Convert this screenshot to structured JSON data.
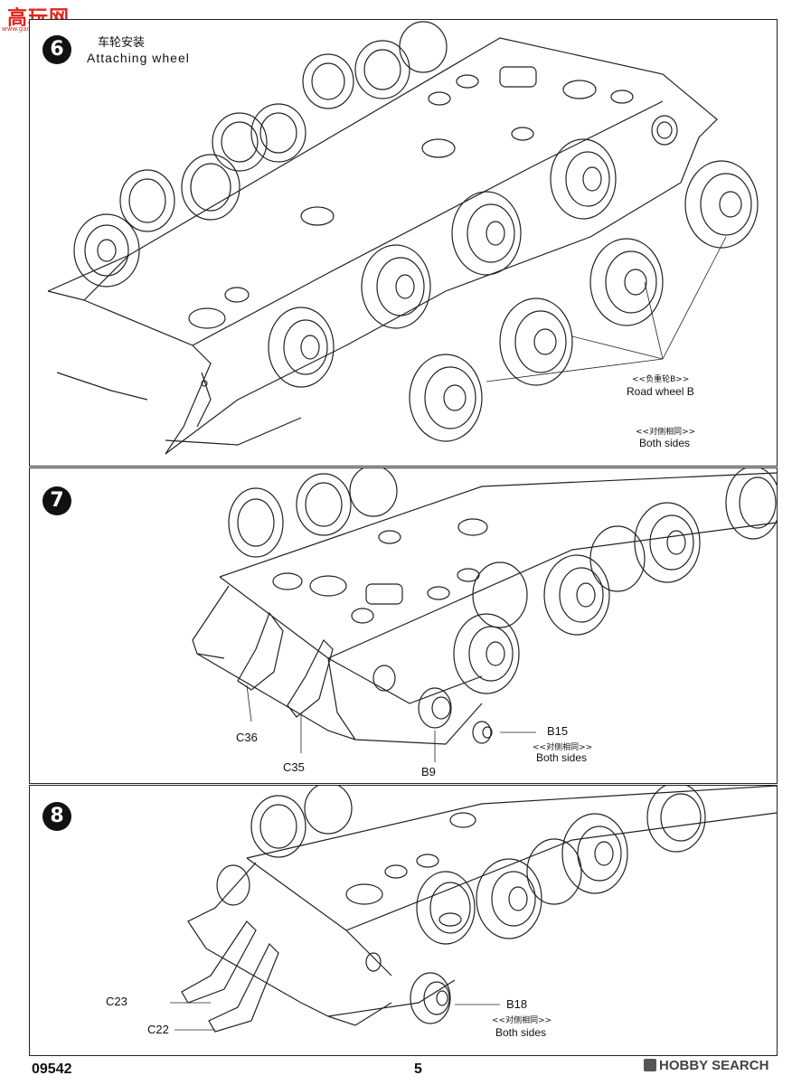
{
  "watermark": {
    "title": "高玩网",
    "url": "www.gaowan.com"
  },
  "steps": [
    {
      "number": "6",
      "title_cn": "车轮安装",
      "title_en": "Attaching wheel",
      "callouts": [
        {
          "cn": "<<负重轮B>>",
          "en": "Road wheel B"
        },
        {
          "cn": "<<对侧相同>>",
          "en": "Both sides"
        }
      ]
    },
    {
      "number": "7",
      "parts": [
        "C36",
        "C35",
        "B9",
        "B15"
      ],
      "note_cn": "<<对侧相同>>",
      "note_en": "Both sides"
    },
    {
      "number": "8",
      "parts": [
        "C23",
        "C22",
        "B18"
      ],
      "note_cn": "<<对侧相同>>",
      "note_en": "Both sides"
    }
  ],
  "footer": {
    "code": "09542",
    "page": "5",
    "source": "HOBBY SEARCH"
  }
}
